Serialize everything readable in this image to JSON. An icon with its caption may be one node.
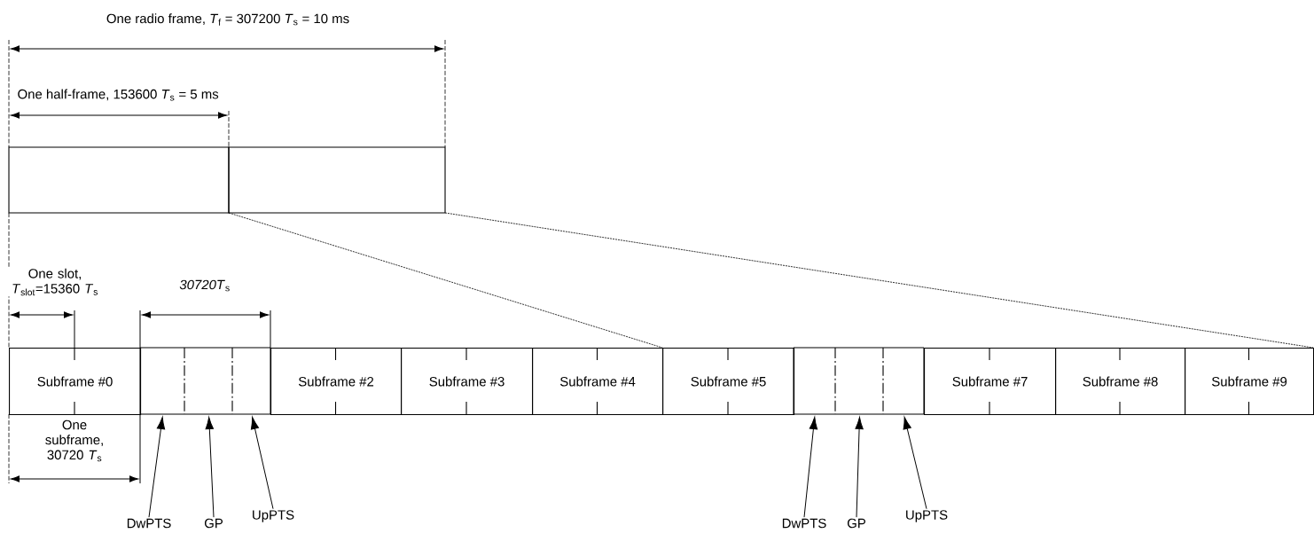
{
  "diagram": {
    "nodes": [
      {
        "text": [],
        "shape": "box"
      },
      {
        "text": [],
        "shape": "box"
      },
      {
        "text": [
          "Subframe #0"
        ]
      },
      {
        "text": [],
        "shape": "box"
      },
      {
        "text": [],
        "shape": "box"
      },
      {
        "text": [],
        "shape": "box"
      },
      {
        "text": [
          "Subframe #2"
        ]
      },
      {
        "text": [
          "Subframe #3"
        ]
      },
      {
        "text": [
          "Subframe #4"
        ]
      },
      {
        "text": [
          "Subframe #5"
        ]
      },
      {
        "text": [],
        "shape": "box"
      },
      {
        "text": [],
        "shape": "box"
      },
      {
        "text": [],
        "shape": "box"
      },
      {
        "text": [
          "Subframe #7"
        ]
      },
      {
        "text": [
          "Subframe #8"
        ]
      },
      {
        "text": [
          "Subframe #9"
        ]
      },
      {
        "text": [
          "DwPTS"
        ]
      },
      {
        "text": [
          "GP"
        ]
      },
      {
        "text": [
          "UpPTS"
        ]
      },
      {
        "text": [
          "DwPTS"
        ]
      },
      {
        "text": [
          "GP"
        ]
      },
      {
        "text": [
          "UpPTS"
        ]
      }
    ],
    "edges": [
      {
        "from": 16,
        "to": 3,
        "arrow": "to"
      },
      {
        "from": 17,
        "to": 4,
        "arrow": "to"
      },
      {
        "from": 18,
        "to": 5,
        "arrow": "to"
      },
      {
        "from": 19,
        "to": 10,
        "arrow": "to"
      },
      {
        "from": 20,
        "to": 11,
        "arrow": "to"
      },
      {
        "from": 21,
        "to": 12,
        "arrow": "to"
      }
    ],
    "labels": [
      "One radio frame, *T*$_{f}$ = 307200 *T*$_{s}$ = 10 ms",
      "One half-frame, 153600 *T*$_{s}$ = 5 ms",
      "One slot, *T*$_{slot}$=15360 *T*$_{s}$",
      "*30720T*$_{s}$",
      "One subframe, 30720 *T*$_{s}$"
    ]
  }
}
